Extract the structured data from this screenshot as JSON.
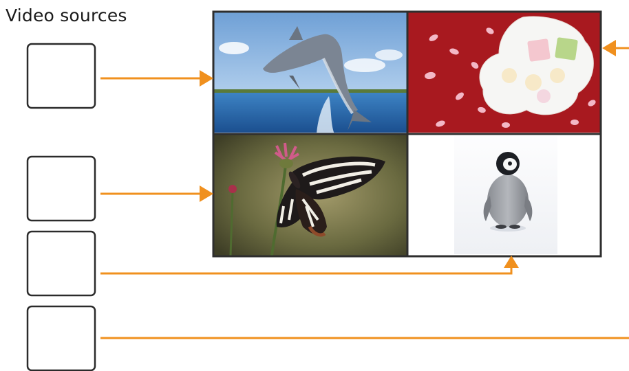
{
  "diagram": {
    "title": "Video sources",
    "accent_color": "#f0901e",
    "sources": [
      {
        "target": "top-left-quadrant"
      },
      {
        "target": "bottom-left-quadrant"
      },
      {
        "target": "bottom-right-quadrant"
      },
      {
        "target": "off-screen-right"
      }
    ],
    "extra_input": {
      "target": "top-right-quadrant"
    },
    "quadrants": [
      {
        "position": "top-left",
        "picture": "dolphin-leaping-over-sea"
      },
      {
        "position": "top-right",
        "picture": "wagashi-on-cherry-blossom-plate-red-background"
      },
      {
        "position": "bottom-left",
        "picture": "butterfly-on-thistle-flower"
      },
      {
        "position": "bottom-right",
        "picture": "penguin-chick-on-snow"
      }
    ]
  }
}
